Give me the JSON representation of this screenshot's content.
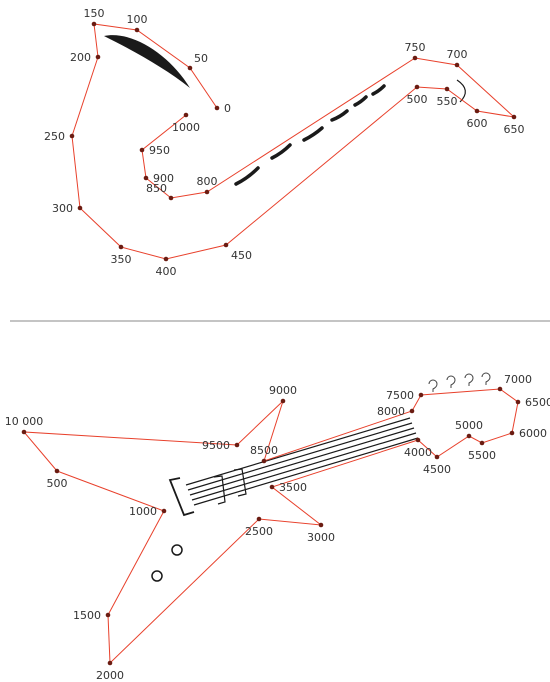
{
  "colors": {
    "line": "#e8412c",
    "dot": "#6b1c12",
    "ink": "#1a1a1a",
    "label": "#333333",
    "divider": "#888888"
  },
  "puzzles": [
    {
      "id": "saxophone",
      "closed": false,
      "points": [
        {
          "label": "0"
        },
        {
          "label": "50"
        },
        {
          "label": "100"
        },
        {
          "label": "150"
        },
        {
          "label": "200"
        },
        {
          "label": "250"
        },
        {
          "label": "300"
        },
        {
          "label": "350"
        },
        {
          "label": "400"
        },
        {
          "label": "450"
        },
        {
          "label": "500"
        },
        {
          "label": "550"
        },
        {
          "label": "600"
        },
        {
          "label": "650"
        },
        {
          "label": "700"
        },
        {
          "label": "750"
        },
        {
          "label": "800"
        },
        {
          "label": "850"
        },
        {
          "label": "900"
        },
        {
          "label": "950"
        },
        {
          "label": "1000"
        }
      ]
    },
    {
      "id": "guitar",
      "closed": true,
      "points": [
        {
          "label": "500"
        },
        {
          "label": "1000"
        },
        {
          "label": "1500"
        },
        {
          "label": "2000"
        },
        {
          "label": "2500"
        },
        {
          "label": "3000"
        },
        {
          "label": "3500"
        },
        {
          "label": "4000"
        },
        {
          "label": "4500"
        },
        {
          "label": "5000"
        },
        {
          "label": "5500"
        },
        {
          "label": "6000"
        },
        {
          "label": "6500"
        },
        {
          "label": "7000"
        },
        {
          "label": "7500"
        },
        {
          "label": "8000"
        },
        {
          "label": "8500"
        },
        {
          "label": "9000"
        },
        {
          "label": "9500"
        },
        {
          "label": "10 000"
        }
      ]
    }
  ]
}
